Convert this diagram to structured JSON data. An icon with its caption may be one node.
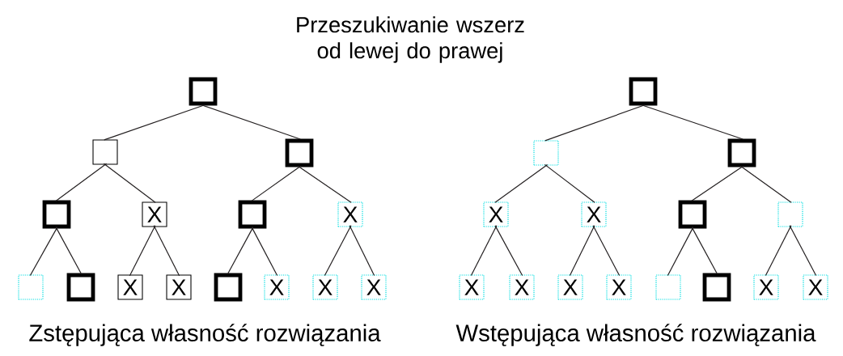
{
  "diagram": {
    "title": "Przeszukiwanie wszerz od lewej do prawej",
    "nodes": [
      {
        "text": [],
        "shape": "box"
      },
      {
        "text": [],
        "shape": "box"
      },
      {
        "text": [],
        "shape": "box"
      },
      {
        "text": [],
        "shape": "box"
      },
      {
        "text": [
          "X"
        ]
      },
      {
        "text": [],
        "shape": "box"
      },
      {
        "text": [
          "X"
        ]
      },
      {
        "text": [],
        "shape": "box"
      },
      {
        "text": [],
        "shape": "box"
      },
      {
        "text": [
          "X"
        ]
      },
      {
        "text": [
          "X"
        ]
      },
      {
        "text": [],
        "shape": "box"
      },
      {
        "text": [
          "X"
        ]
      },
      {
        "text": [
          "X"
        ]
      },
      {
        "text": [
          "X"
        ]
      },
      {
        "text": [],
        "shape": "box"
      },
      {
        "text": [],
        "shape": "box"
      },
      {
        "text": [],
        "shape": "box"
      },
      {
        "text": [
          "X"
        ]
      },
      {
        "text": [
          "X"
        ]
      },
      {
        "text": [],
        "shape": "box"
      },
      {
        "text": [],
        "shape": "box"
      },
      {
        "text": [
          "X"
        ]
      },
      {
        "text": [
          "X"
        ]
      },
      {
        "text": [
          "X"
        ]
      },
      {
        "text": [
          "X"
        ]
      },
      {
        "text": [],
        "shape": "box"
      },
      {
        "text": [],
        "shape": "box"
      },
      {
        "text": [
          "X"
        ]
      },
      {
        "text": [
          "X"
        ]
      }
    ],
    "edges": [
      {
        "from": 0,
        "to": 1,
        "arrow": "none"
      },
      {
        "from": 0,
        "to": 2,
        "arrow": "none"
      },
      {
        "from": 1,
        "to": 3,
        "arrow": "none"
      },
      {
        "from": 1,
        "to": 4,
        "arrow": "none"
      },
      {
        "from": 2,
        "to": 5,
        "arrow": "none"
      },
      {
        "from": 2,
        "to": 6,
        "arrow": "none"
      },
      {
        "from": 3,
        "to": 7,
        "arrow": "none"
      },
      {
        "from": 3,
        "to": 8,
        "arrow": "none"
      },
      {
        "from": 4,
        "to": 9,
        "arrow": "none"
      },
      {
        "from": 4,
        "to": 10,
        "arrow": "none"
      },
      {
        "from": 5,
        "to": 11,
        "arrow": "none"
      },
      {
        "from": 5,
        "to": 12,
        "arrow": "none"
      },
      {
        "from": 6,
        "to": 13,
        "arrow": "none"
      },
      {
        "from": 6,
        "to": 14,
        "arrow": "none"
      },
      {
        "from": 15,
        "to": 16,
        "arrow": "none"
      },
      {
        "from": 15,
        "to": 17,
        "arrow": "none"
      },
      {
        "from": 16,
        "to": 18,
        "arrow": "none"
      },
      {
        "from": 16,
        "to": 19,
        "arrow": "none"
      },
      {
        "from": 17,
        "to": 20,
        "arrow": "none"
      },
      {
        "from": 17,
        "to": 21,
        "arrow": "none"
      },
      {
        "from": 18,
        "to": 22,
        "arrow": "none"
      },
      {
        "from": 18,
        "to": 23,
        "arrow": "none"
      },
      {
        "from": 19,
        "to": 24,
        "arrow": "none"
      },
      {
        "from": 19,
        "to": 25,
        "arrow": "none"
      },
      {
        "from": 20,
        "to": 26,
        "arrow": "none"
      },
      {
        "from": 20,
        "to": 27,
        "arrow": "none"
      },
      {
        "from": 21,
        "to": 28,
        "arrow": "none"
      },
      {
        "from": 21,
        "to": 29,
        "arrow": "none"
      }
    ],
    "labels": [
      "Zstępująca własność rozwiązania",
      "Wstępująca własność rozwiązania"
    ]
  }
}
